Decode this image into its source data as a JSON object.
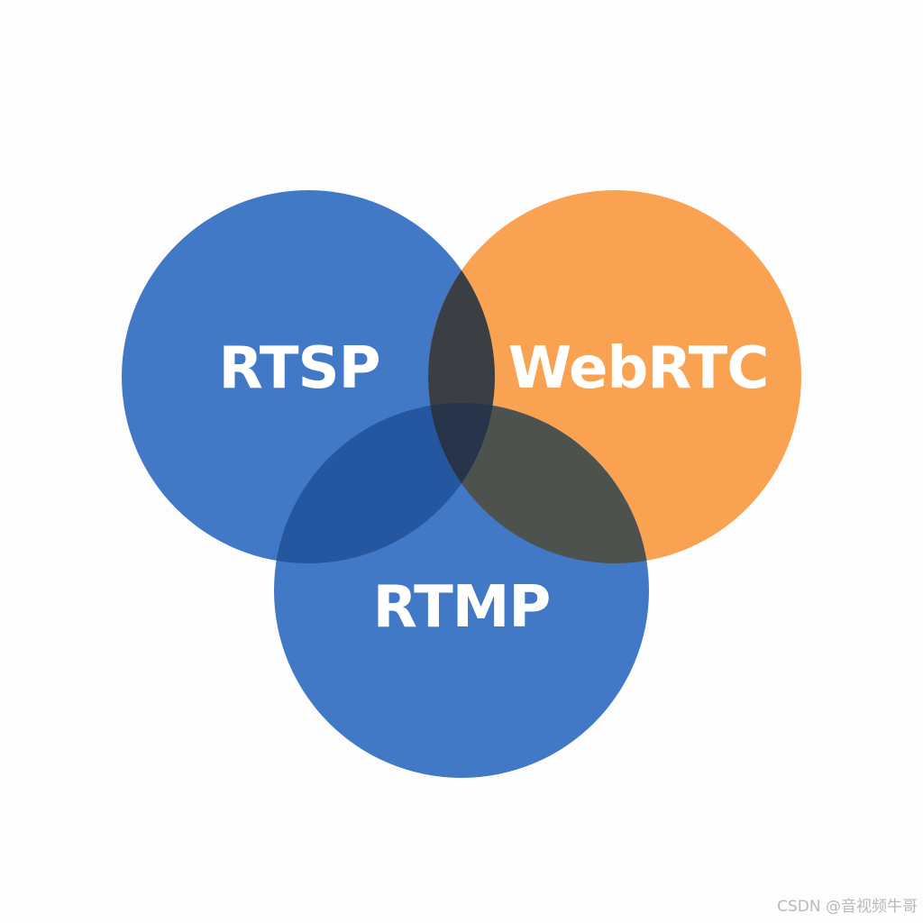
{
  "sets": [
    {
      "id": "rtsp",
      "label": "RTSP",
      "color": "#4279c6"
    },
    {
      "id": "webrtc",
      "label": "WebRTC",
      "color": "#f9a352"
    },
    {
      "id": "rtmp",
      "label": "RTMP",
      "color": "#4279c6"
    }
  ],
  "overlap_colors": {
    "rtsp_rtmp": "#2557a1",
    "rtsp_webrtc": "#3b3f43",
    "webrtc_rtmp": "#4e524f",
    "all": "#27344a"
  },
  "watermark": "CSDN @音视频牛哥"
}
